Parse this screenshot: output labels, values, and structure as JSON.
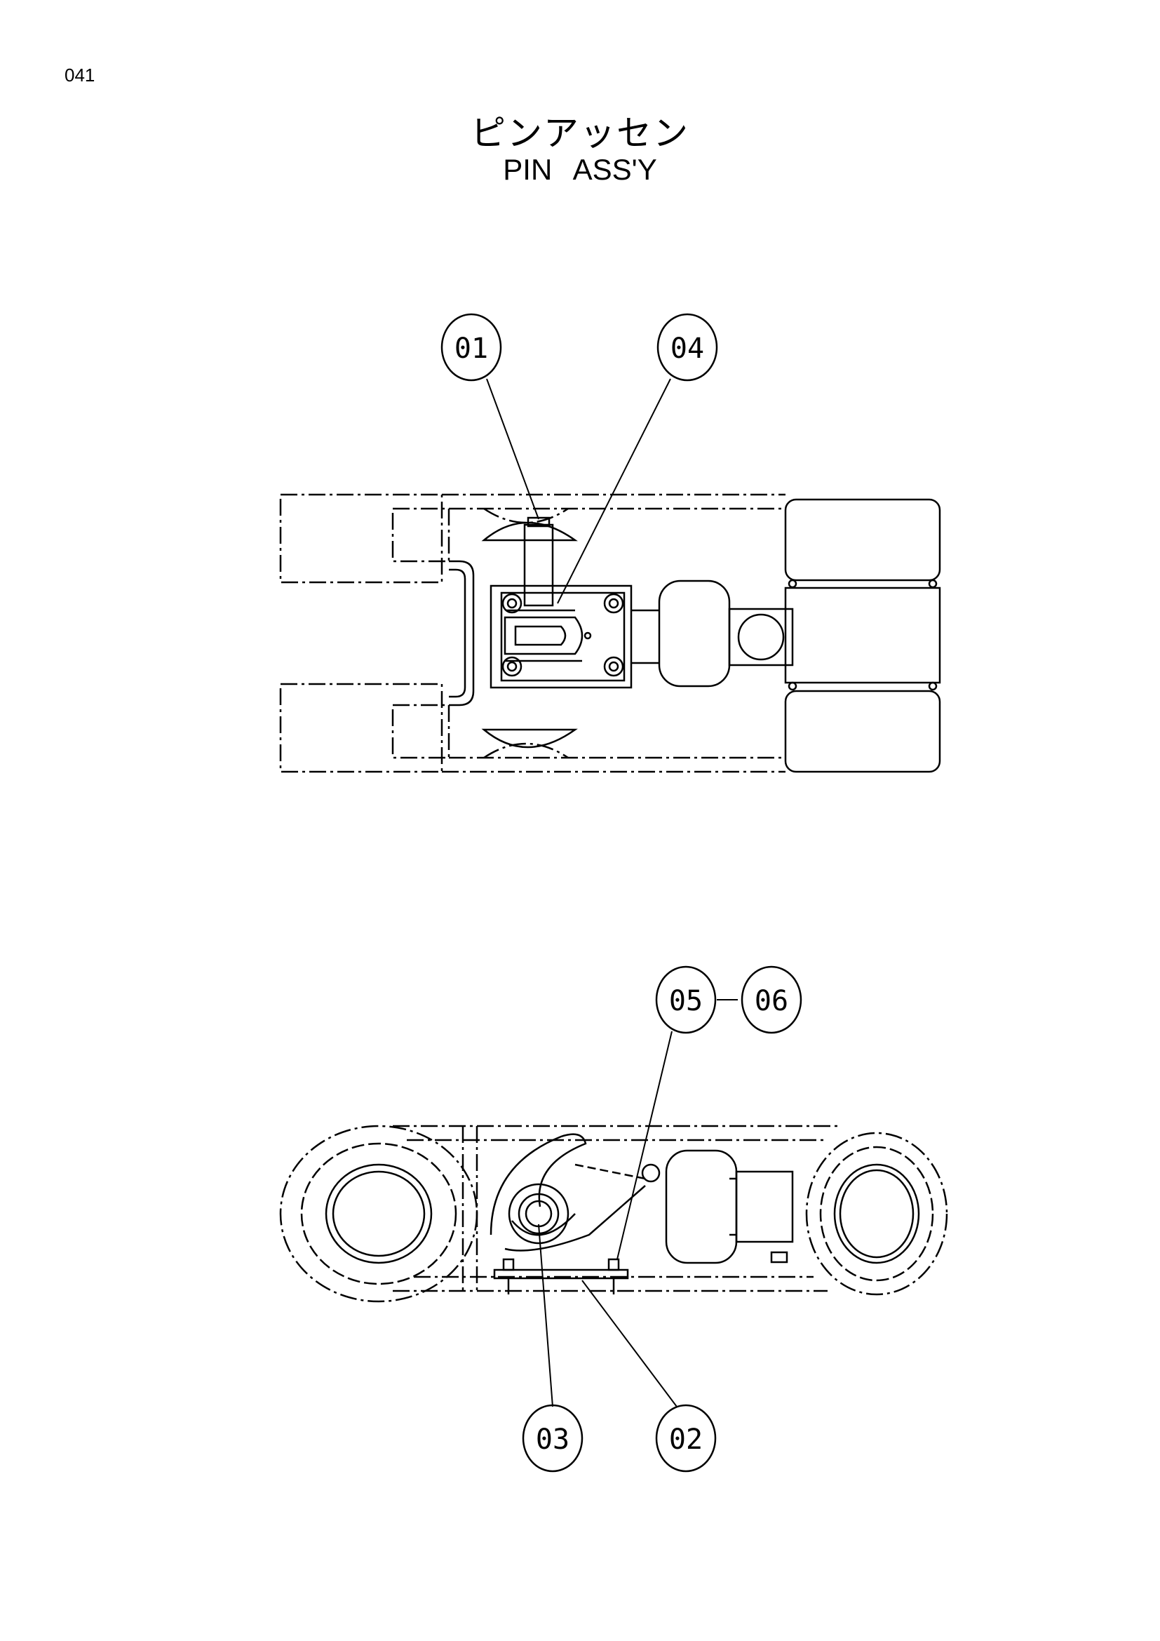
{
  "page": {
    "number": "041",
    "title_jp": "ピンアッセン",
    "title_en": "PIN   ASS'Y"
  },
  "callouts": {
    "c01": "01",
    "c04": "04",
    "c05": "05",
    "c06": "06",
    "c03": "03",
    "c02": "02"
  }
}
